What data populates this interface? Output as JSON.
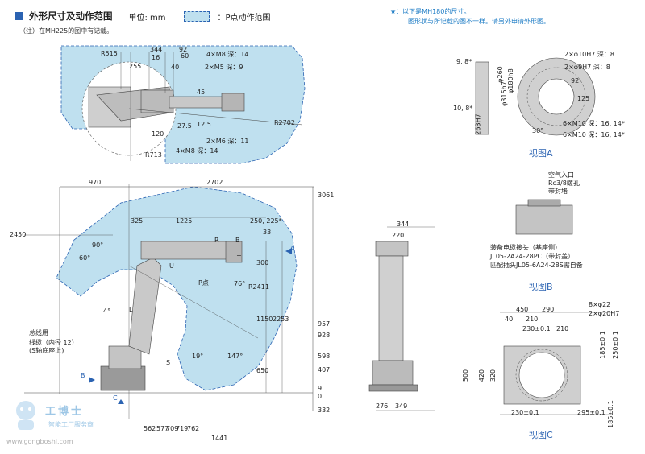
{
  "header": {
    "title": "外形尺寸及动作范围",
    "unit": "单位: mm",
    "legend_text": "：P点动作范围",
    "note": "（注）在MH225的图中有记载。",
    "accent_color": "#2b63b2",
    "range_color": "#bfe0ef"
  },
  "right_note": {
    "line1": "★：以下是MH180的尺寸。",
    "line2": "图形状与所记载的图不一样。请另外申请外形图。"
  },
  "top_view": {
    "dims": [
      "344",
      "92",
      "60",
      "16",
      "40",
      "255",
      "45",
      "27.5",
      "12.5",
      "120",
      "R515",
      "R713",
      "R2702"
    ],
    "labels": [
      "4×M8 深：14",
      "2×M5 深：9",
      "2×M6 深：11",
      "4×M8 深：14"
    ]
  },
  "side_view": {
    "top_dims": [
      "970",
      "2702"
    ],
    "heights": [
      "3061",
      "2450",
      "957",
      "928",
      "598",
      "407",
      "9",
      "0",
      "332"
    ],
    "labels": [
      "325",
      "1225",
      "250, 225*",
      "33",
      "300",
      "R",
      "B",
      "U",
      "S",
      "L",
      "T",
      "P点",
      "R2411",
      "1150",
      "2253",
      "650",
      "90°",
      "60°",
      "4°",
      "76°",
      "147°",
      "19°",
      "A",
      "B",
      "C"
    ],
    "bottom": [
      "562",
      "577",
      "709",
      "719",
      "762",
      "1441"
    ],
    "cable_note": "总线用",
    "cable_note2": "线缆（内径 12）",
    "cable_note3": "(S轴底座上)"
  },
  "front_view": {
    "dims": [
      "344",
      "220",
      "276",
      "349"
    ]
  },
  "view_a": {
    "caption": "视图A",
    "labels": [
      "2×φ10H7 深：8",
      "2×φ9H7 深：8",
      "6×M10 深：16, 14*",
      "6×M10 深：16, 14*",
      "9, 8*",
      "10, 8*",
      "φ315h7",
      "φ180h8",
      "φ260",
      "263H7",
      "92",
      "125",
      "30°"
    ]
  },
  "view_b": {
    "caption": "视图B",
    "labels": [
      "空气入口",
      "Rc3/8螺孔",
      "带封堵",
      "装备电缆接头（基座侧）",
      "JL05-2A24-28PC（带封盖）",
      "匹配插头JL05-6A24-28S需自备"
    ]
  },
  "view_c": {
    "caption": "视图C",
    "labels": [
      "450",
      "290",
      "40",
      "210",
      "210",
      "230±0.1",
      "8×φ22",
      "2×φ20H7",
      "500",
      "420",
      "320",
      "185±0.1",
      "250±0.1",
      "230±0.1",
      "295±0.1",
      "185±0.1"
    ]
  },
  "watermark": {
    "name": "工博士",
    "slogan": "智能工厂服务商",
    "url": "www.gongboshi.com"
  }
}
